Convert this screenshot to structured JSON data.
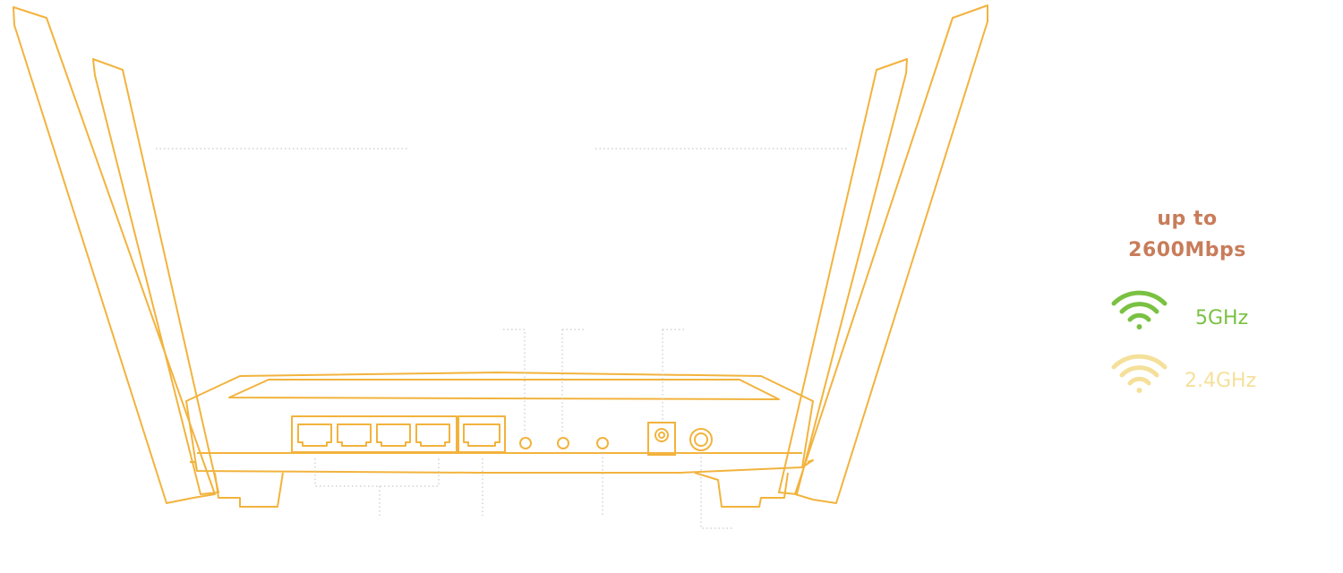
{
  "speed": {
    "line1": "up to",
    "line2": "2600Mbps",
    "color": "#c87c5a"
  },
  "bands": [
    {
      "label": "5GHz",
      "icon": "wifi-icon",
      "color": "#7ac142"
    },
    {
      "label": "2.4GHz",
      "icon": "wifi-icon",
      "color": "#f5e09a"
    }
  ],
  "colors": {
    "outline": "#f2b33d",
    "leader_line": "#c9c9c9"
  }
}
